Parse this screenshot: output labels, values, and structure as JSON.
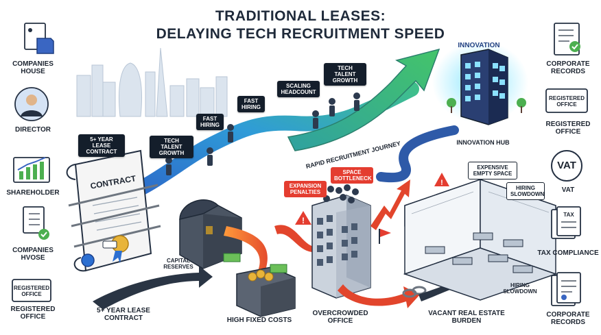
{
  "title": {
    "line1": "TRADITIONAL LEASES:",
    "line2": "DELAYING TECH RECRUITMENT SPEED"
  },
  "left_panel": [
    {
      "label": "COMPANIES HOUSE",
      "icon": "folder-icon"
    },
    {
      "label": "DIRECTOR",
      "icon": "director-avatar-icon"
    },
    {
      "label": "SHAREHOLDER",
      "icon": "bar-chart-icon"
    },
    {
      "label": "COMPANIES HVOSE",
      "icon": "checklist-icon"
    },
    {
      "label": "REGISTERED OFFICE",
      "icon": "registered-office-sign-icon",
      "sign_text": "REGISTERED OFFICE"
    }
  ],
  "right_panel": [
    {
      "label": "CORPORATE RECORDS",
      "icon": "certificate-icon"
    },
    {
      "label": "REGISTERED OFFICE",
      "icon": "registered-office-sign-icon",
      "sign_text": "REGISTERED OFFICE"
    },
    {
      "label": "VAT",
      "icon": "vat-badge-icon",
      "badge_text": "VAT"
    },
    {
      "label": "TAX COMPLIANCE",
      "icon": "tax-document-icon",
      "doc_text": "TAX"
    },
    {
      "label": "CORPORATE RECORDS",
      "icon": "records-document-icon"
    }
  ],
  "journey_tags": [
    {
      "text": "TECH TALENT GROWTH"
    },
    {
      "text": "SCALING HEADCOUNT"
    },
    {
      "text": "FAST HIRING"
    },
    {
      "text": "FAST HIRING"
    },
    {
      "text": "TECH TALENT GROWTH"
    },
    {
      "text": "5+ YEAR LEASE CONTRACT"
    }
  ],
  "journey_path_label": "RAPID RECRUITMENT JOURNEY",
  "innovation": {
    "sign": "INNOVATION",
    "label": "INNOVATION HUB"
  },
  "contract": {
    "sign": "CONTRACT",
    "label": "5+ YEAR LEASE CONTRACT"
  },
  "capital": {
    "label": "CAPITAL RESERVES"
  },
  "fixed_costs": {
    "label": "HIGH FIXED COSTS"
  },
  "office": {
    "label": "OVERCROWDED OFFICE",
    "tag_penalties": "EXPANSION PENALTIES",
    "tag_bottleneck": "SPACE BOTTLENECK"
  },
  "vacant": {
    "label": "VACANT REAL ESTATE BURDEN",
    "tag_empty": "EXPENSIVE EMPTY SPACE",
    "tag_slowdown": "HIRING SLOWDOWN",
    "note_slowdown": "HIRING SLOWDOWN"
  },
  "colors": {
    "navy": "#141e2b",
    "path_blue": "#2c6fd1",
    "path_teal": "#38b5a8",
    "arrow_green": "#3fb86b",
    "warning_red": "#e43d30",
    "arrow_orange": "#f07a2a"
  }
}
